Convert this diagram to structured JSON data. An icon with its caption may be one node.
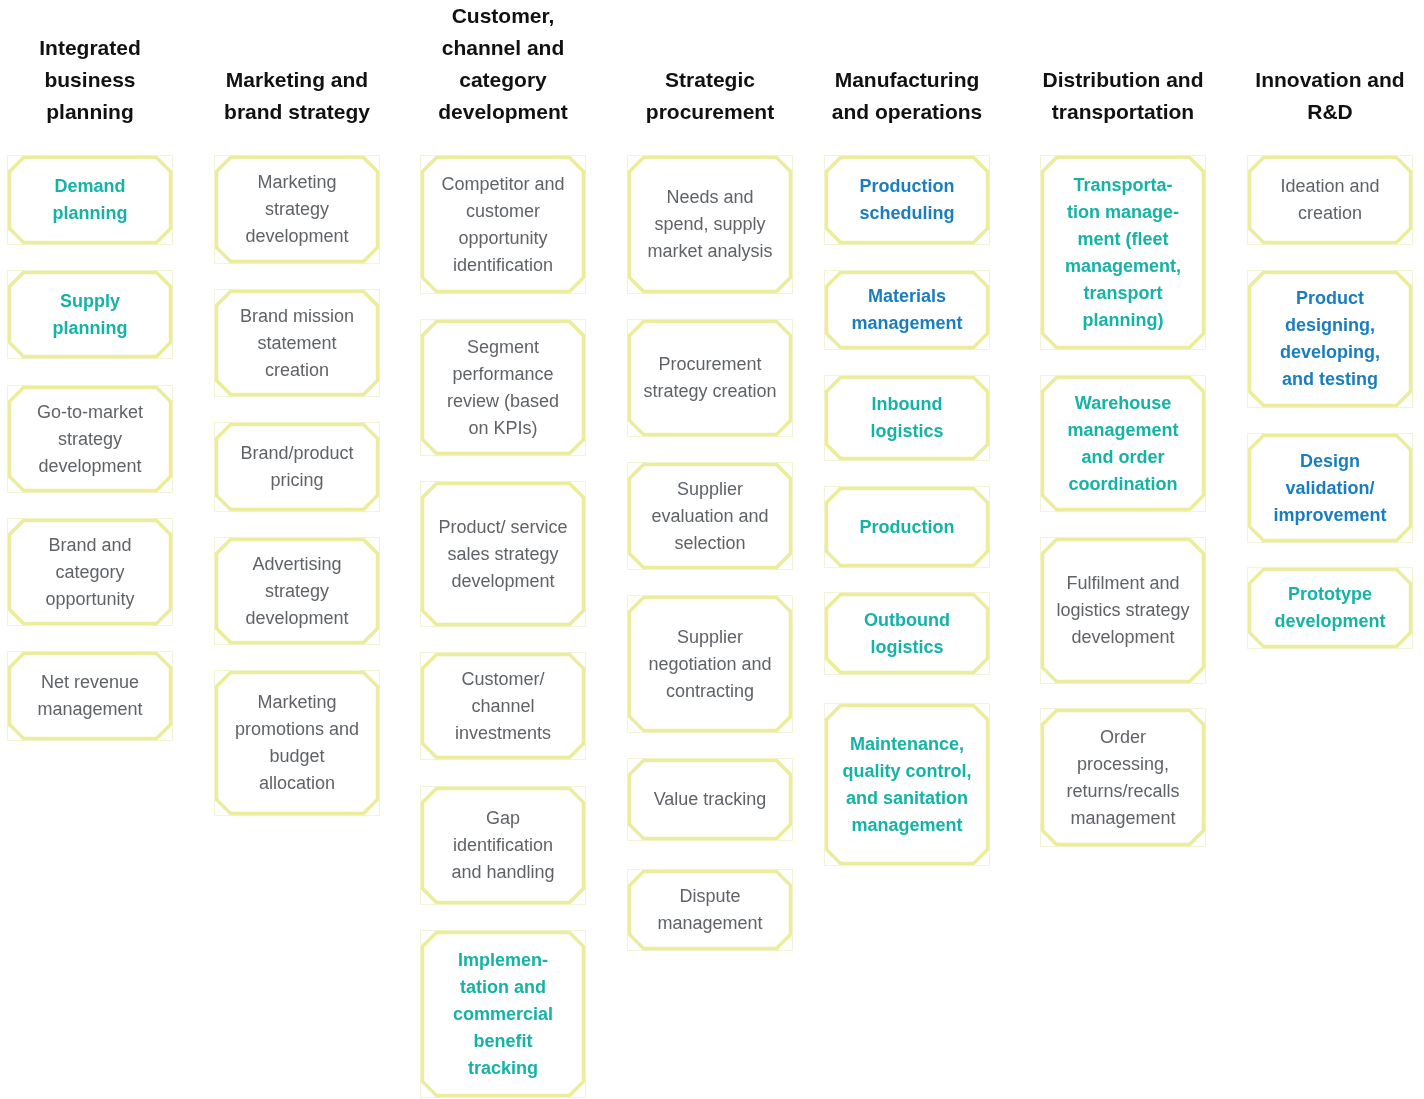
{
  "diagram": {
    "nodes": [
      {
        "text": [
          "Integrated business planning"
        ]
      },
      {
        "text": [
          "Marketing and brand strategy"
        ]
      },
      {
        "text": [
          "Customer, channel and category development"
        ]
      },
      {
        "text": [
          "Strategic procurement"
        ]
      },
      {
        "text": [
          "Manufacturing and operations"
        ]
      },
      {
        "text": [
          "Distribution and transportation"
        ]
      },
      {
        "text": [
          "Innovation and R&D"
        ]
      },
      {
        "text": [
          "Demand planning"
        ],
        "in": 0
      },
      {
        "text": [
          "Supply planning"
        ],
        "in": 0
      },
      {
        "text": [
          "Go-to-market strategy development"
        ],
        "in": 0
      },
      {
        "text": [
          "Brand and category opportunity"
        ],
        "in": 0
      },
      {
        "text": [
          "Net revenue management"
        ],
        "in": 0
      },
      {
        "text": [
          "Marketing strategy development"
        ],
        "in": 1
      },
      {
        "text": [
          "Brand mission statement creation"
        ],
        "in": 1
      },
      {
        "text": [
          "Brand/product pricing"
        ],
        "in": 1
      },
      {
        "text": [
          "Advertising strategy development"
        ],
        "in": 1
      },
      {
        "text": [
          "Marketing promotions and budget allocation"
        ],
        "in": 1
      },
      {
        "text": [
          "Competitor and customer opportunity identification"
        ],
        "in": 2
      },
      {
        "text": [
          "Segment performance review (based on KPIs)"
        ],
        "in": 2
      },
      {
        "text": [
          "Product/ service sales strategy development"
        ],
        "in": 2
      },
      {
        "text": [
          "Customer/ channel investments"
        ],
        "in": 2
      },
      {
        "text": [
          "Gap identification and handling"
        ],
        "in": 2
      },
      {
        "text": [
          "Implemen- tation and commercial benefit tracking"
        ],
        "in": 2
      },
      {
        "text": [
          "Needs and spend, supply market analysis"
        ],
        "in": 3
      },
      {
        "text": [
          "Procurement strategy creation"
        ],
        "in": 3
      },
      {
        "text": [
          "Supplier evaluation and selection"
        ],
        "in": 3
      },
      {
        "text": [
          "Supplier negotiation and contracting"
        ],
        "in": 3
      },
      {
        "text": [
          "Value tracking"
        ],
        "in": 3
      },
      {
        "text": [
          "Dispute management"
        ],
        "in": 3
      },
      {
        "text": [
          "Production scheduling"
        ],
        "in": 4
      },
      {
        "text": [
          "Materials management"
        ],
        "in": 4
      },
      {
        "text": [
          "Inbound logistics"
        ],
        "in": 4
      },
      {
        "text": [
          "Production"
        ],
        "in": 4
      },
      {
        "text": [
          "Outbound logistics"
        ],
        "in": 4
      },
      {
        "text": [
          "Maintenance, quality control, and sanitation management"
        ],
        "in": 4
      },
      {
        "text": [
          "Transporta- tion manage- ment (fleet management, transport planning)"
        ],
        "in": 5
      },
      {
        "text": [
          "Warehouse management and order coordination"
        ],
        "in": 5
      },
      {
        "text": [
          "Fulfilment and logistics strategy development"
        ],
        "in": 5
      },
      {
        "text": [
          "Order processing, returns/recalls management"
        ],
        "in": 5
      },
      {
        "text": [
          "Ideation and creation"
        ],
        "in": 6
      },
      {
        "text": [
          "Product designing, developing, and testing"
        ],
        "in": 6
      },
      {
        "text": [
          "Design validation/ improvement"
        ],
        "in": 6
      },
      {
        "text": [
          "Prototype development"
        ],
        "in": 6
      }
    ]
  }
}
